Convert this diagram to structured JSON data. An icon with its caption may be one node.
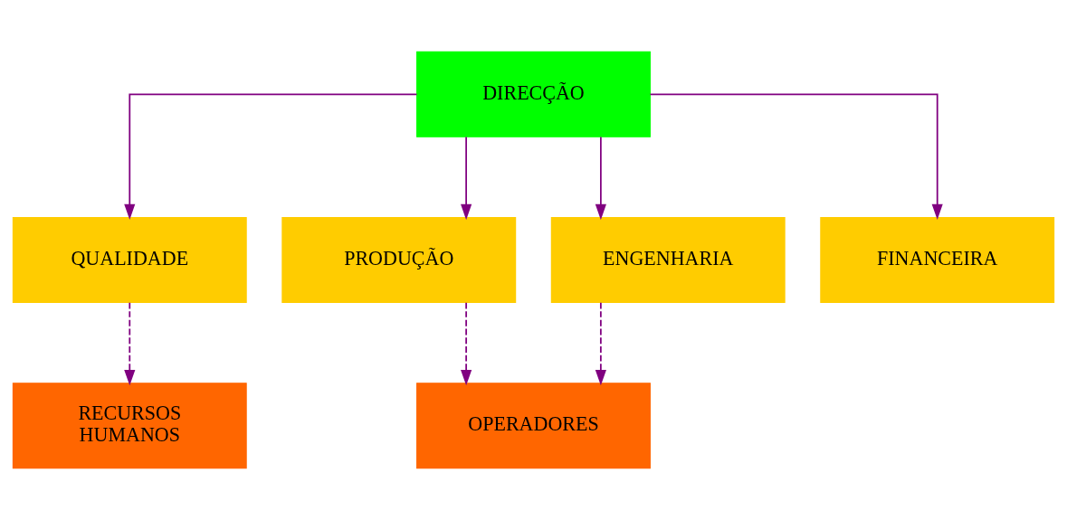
{
  "diagram": {
    "nodes": [
      {
        "text": [
          "DIRECÇÃO"
        ]
      },
      {
        "text": [
          "QUALIDADE"
        ]
      },
      {
        "text": [
          "PRODUÇÃO"
        ]
      },
      {
        "text": [
          "ENGENHARIA"
        ]
      },
      {
        "text": [
          "FINANCEIRA"
        ]
      },
      {
        "text": [
          "RECURSOS HUMANOS"
        ]
      },
      {
        "text": [
          "OPERADORES"
        ]
      }
    ],
    "edges": [
      {
        "from": 0,
        "to": 1,
        "arrow": "to"
      },
      {
        "from": 0,
        "to": 2,
        "arrow": "to"
      },
      {
        "from": 0,
        "to": 3,
        "arrow": "to"
      },
      {
        "from": 0,
        "to": 4,
        "arrow": "to"
      },
      {
        "from": 1,
        "to": 5,
        "arrow": "to",
        "style": "dashed"
      },
      {
        "from": 2,
        "to": 6,
        "arrow": "to",
        "style": "dashed"
      },
      {
        "from": 3,
        "to": 6,
        "arrow": "to",
        "style": "dashed"
      }
    ]
  }
}
